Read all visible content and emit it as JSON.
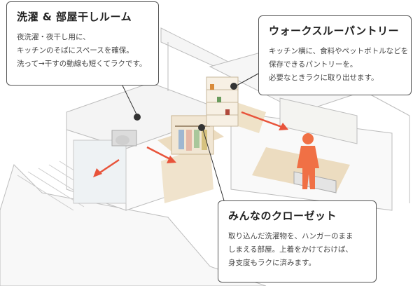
{
  "callouts": {
    "laundry": {
      "title": "洗濯 & 部屋干しルーム",
      "lines": [
        "夜洗濯・夜干し用に、",
        "キッチンのそばにスペースを確保。",
        "洗って→干すの動線も短くてラクです。"
      ]
    },
    "pantry": {
      "title": "ウォークスルーパントリー",
      "lines": [
        "キッチン横に、食料やペットボトルなどを",
        "保存できるパントリーを。",
        "必要なときラクに取り出せます。"
      ]
    },
    "closet": {
      "title": "みんなのクローゼット",
      "lines": [
        "取り込んだ洗濯物を、ハンガーのまま",
        "しまえる部屋。上着をかけておけば、",
        "身支度もラクに済みます。"
      ]
    }
  },
  "colors": {
    "arrow": "#e8533a",
    "person": "#f07045",
    "floor_wood": "#ecdcc0",
    "line": "#bbbbbb"
  }
}
